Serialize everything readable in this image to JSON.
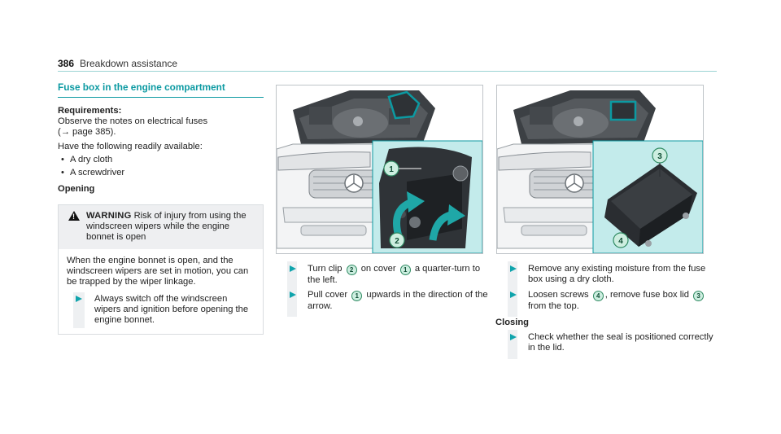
{
  "header": {
    "page_number": "386",
    "title": "Breakdown assistance"
  },
  "left": {
    "section_title": "Fuse box in the engine compartment",
    "requirements_heading": "Requirements:",
    "requirements_line1": "Observe the notes on electrical fuses",
    "requirements_line2": "(→ page 385).",
    "have_available": "Have the following readily available:",
    "items": [
      "A dry cloth",
      "A screwdriver"
    ],
    "opening_heading": "Opening",
    "warning": {
      "word": "WARNING",
      "title": "Risk of injury from using the windscreen wipers while the engine bonnet is open",
      "body": "When the engine bonnet is open, and the windscreen wipers are set in motion, you can be trapped by the wiper linkage.",
      "step": "Always switch off the windscreen wipers and ignition before opening the engine bonnet."
    }
  },
  "middle": {
    "step1": {
      "a": "Turn clip",
      "badge_a": "2",
      "b": "on cover",
      "badge_b": "1",
      "c": "a quarter-turn to the left."
    },
    "step2": {
      "a": "Pull cover",
      "badge_a": "1",
      "b": "upwards in the direction of the arrow."
    },
    "figure_callouts": [
      "1",
      "2"
    ]
  },
  "right": {
    "step1": "Remove any existing moisture from the fuse box using a dry cloth.",
    "step2": {
      "a": "Loosen screws",
      "badge_a": "4",
      "b": ", remove fuse box lid",
      "badge_b": "3",
      "c": "from the top."
    },
    "closing_heading": "Closing",
    "step3": "Check whether the seal is positioned correctly in the lid.",
    "figure_callouts": [
      "3",
      "4"
    ]
  },
  "colors": {
    "accent": "#0c9aa2",
    "callout_fill": "#cdeee0",
    "inset_bg": "#c3ebeb"
  }
}
